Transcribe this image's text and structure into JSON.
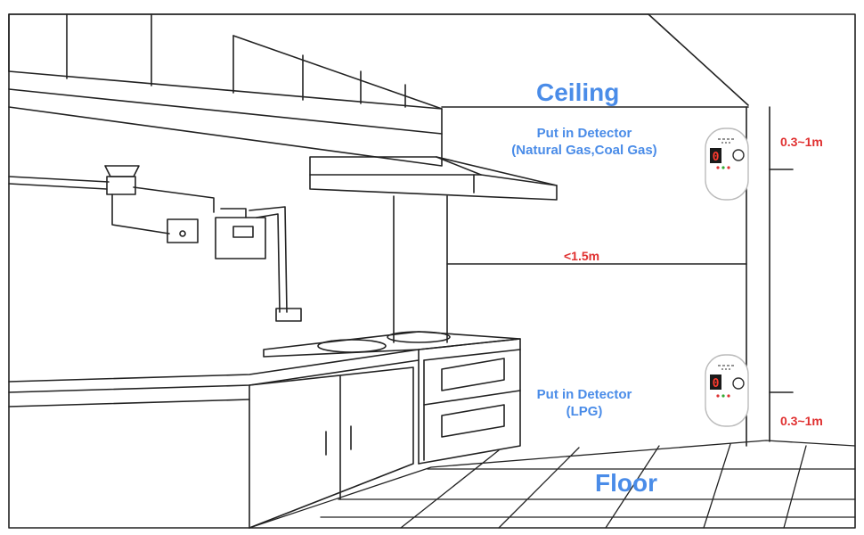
{
  "labels": {
    "ceiling": "Ceiling",
    "floor": "Floor",
    "detector_top_line1": "Put in Detector",
    "detector_top_line2": "(Natural Gas,Coal Gas)",
    "detector_bottom_line1": "Put in Detector",
    "detector_bottom_line2": "(LPG)",
    "distance_top": "0.3~1m",
    "distance_bottom": "0.3~1m",
    "distance_middle": "<1.5m"
  },
  "detector_display": "0",
  "colors": {
    "label_blue": "#4a8ce8",
    "label_red": "#e03030",
    "line": "#222222",
    "display_red": "#ff3b2f"
  }
}
